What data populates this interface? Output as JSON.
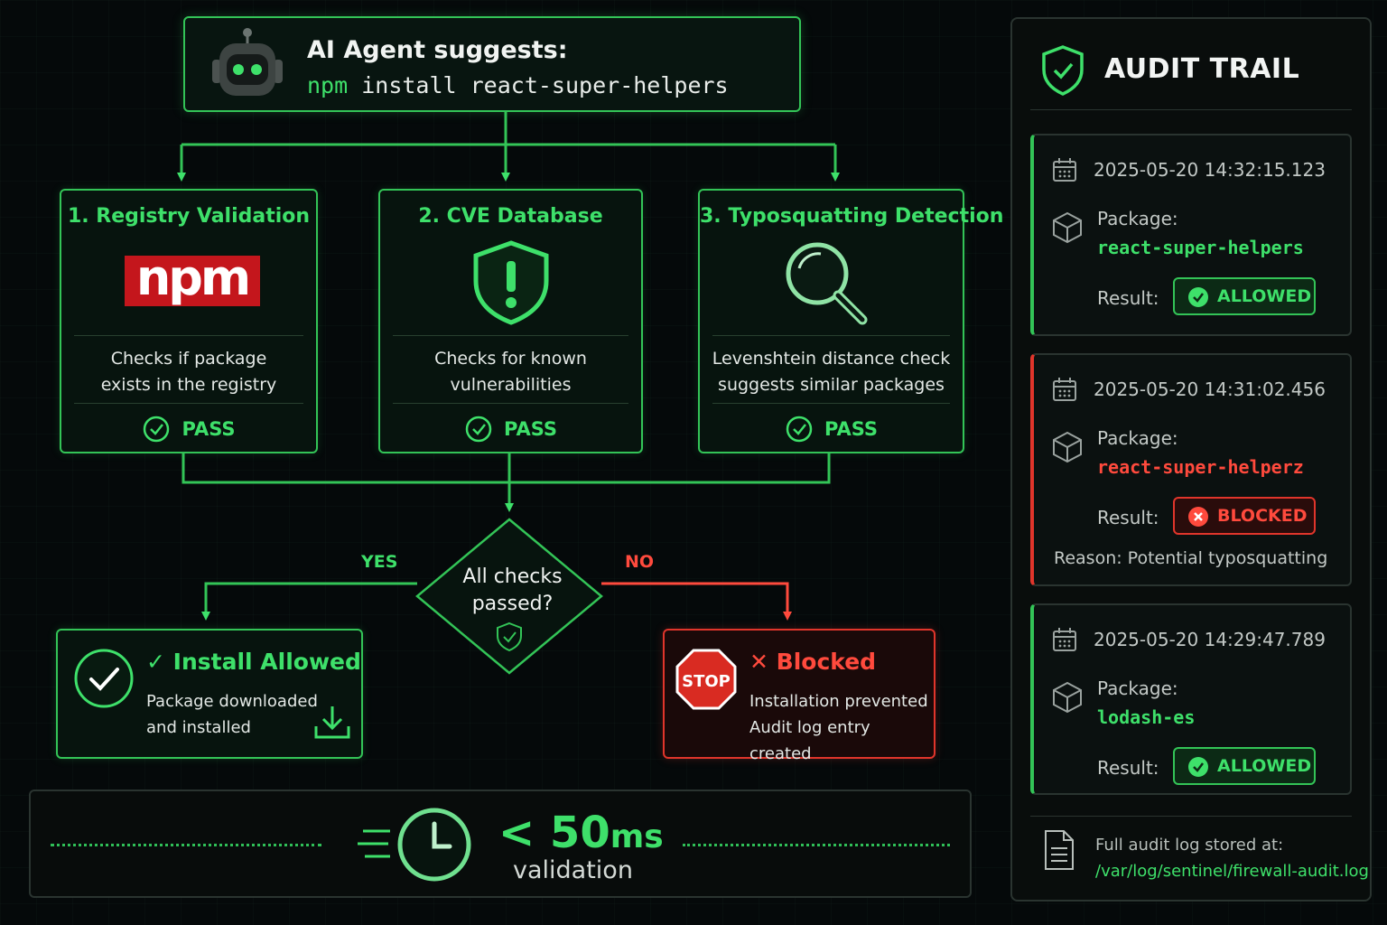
{
  "header": {
    "title": "AI Agent suggests:",
    "command_npm": "npm",
    "command_rest": "install react-super-helpers",
    "icon": "robot-icon"
  },
  "checks": [
    {
      "title": "1. Registry Validation",
      "logo_text": "npm",
      "desc_line1": "Checks if package",
      "desc_line2": "exists in the registry",
      "status": "PASS"
    },
    {
      "title": "2. CVE Database",
      "desc_line1": "Checks for known",
      "desc_line2": "vulnerabilities",
      "status": "PASS"
    },
    {
      "title": "3. Typosquatting Detection",
      "desc_line1": "Levenshtein distance check",
      "desc_line2": "suggests similar packages",
      "status": "PASS"
    }
  ],
  "decision": {
    "line1": "All checks",
    "line2": "passed?",
    "yes_label": "YES",
    "no_label": "NO"
  },
  "allowed": {
    "title": "✓ Install Allowed",
    "desc_line1": "Package downloaded",
    "desc_line2": "and installed"
  },
  "blocked": {
    "stop_text": "STOP",
    "title": "✕ Blocked",
    "desc_line1": "Installation prevented",
    "desc_line2": "Audit log entry created"
  },
  "latency": {
    "value": "< 50",
    "unit": "ms",
    "caption": "validation"
  },
  "audit": {
    "title": "AUDIT TRAIL",
    "package_label": "Package:",
    "result_label": "Result:",
    "entries": [
      {
        "timestamp": "2025-05-20 14:32:15.123",
        "package": "react-super-helpers",
        "result": "ALLOWED"
      },
      {
        "timestamp": "2025-05-20 14:31:02.456",
        "package": "react-super-helperz",
        "result": "BLOCKED",
        "reason": "Reason:  Potential typosquatting"
      },
      {
        "timestamp": "2025-05-20 14:29:47.789",
        "package": "lodash-es",
        "result": "ALLOWED"
      }
    ],
    "log_label": "Full audit log stored at:",
    "log_path": "/var/log/sentinel/firewall-audit.log"
  },
  "colors": {
    "accent_green": "#3ee06a",
    "block_red": "#ff4a3d",
    "background": "#05090a"
  }
}
